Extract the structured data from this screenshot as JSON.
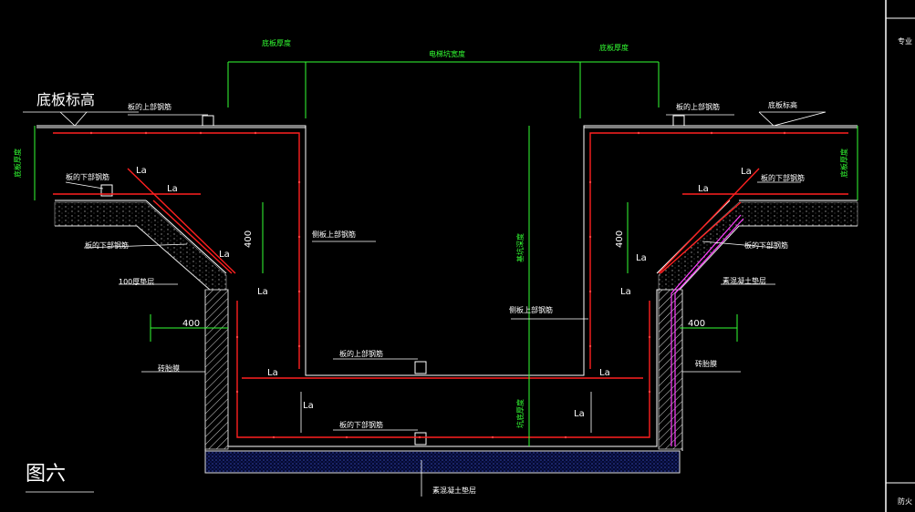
{
  "drawing": {
    "labels": {
      "floor_elev": "底板标高",
      "top_bar_l": "板的上部钢筋",
      "bot_bar_l": "板的下部钢筋",
      "bot_bar_l2": "板的下部钢筋",
      "cushion_100": "100厚垫层",
      "brick_l": "砖胎膜",
      "side_top_bar_l": "侧板上部钢筋",
      "floor_top_bar": "板的上部钢筋",
      "floor_bot_bar": "板的下部钢筋",
      "concrete_cushion_b": "素混凝土垫层",
      "top_bar_r": "板的上部钢筋",
      "floor_elev_r": "底板标高",
      "bot_bar_r": "板的下部钢筋",
      "bot_bar_r2": "板的下部钢筋",
      "concrete_cushion_r": "素混凝土垫层",
      "side_top_bar_r": "侧板上部钢筋",
      "brick_r": "砖胎膜",
      "thick_l": "底板厚度",
      "thick_r": "底板厚度",
      "pit_width": "电梯坑宽度",
      "plate_thick_vl": "底板厚度",
      "plate_thick_vr": "底板厚度",
      "pit_depth_v": "基坑深度",
      "pit_floor_v": "坑底厚度",
      "la": "La",
      "dim_400": "400",
      "figure_title": "图六",
      "side_pro": "专业",
      "side_fire": "防火"
    }
  }
}
